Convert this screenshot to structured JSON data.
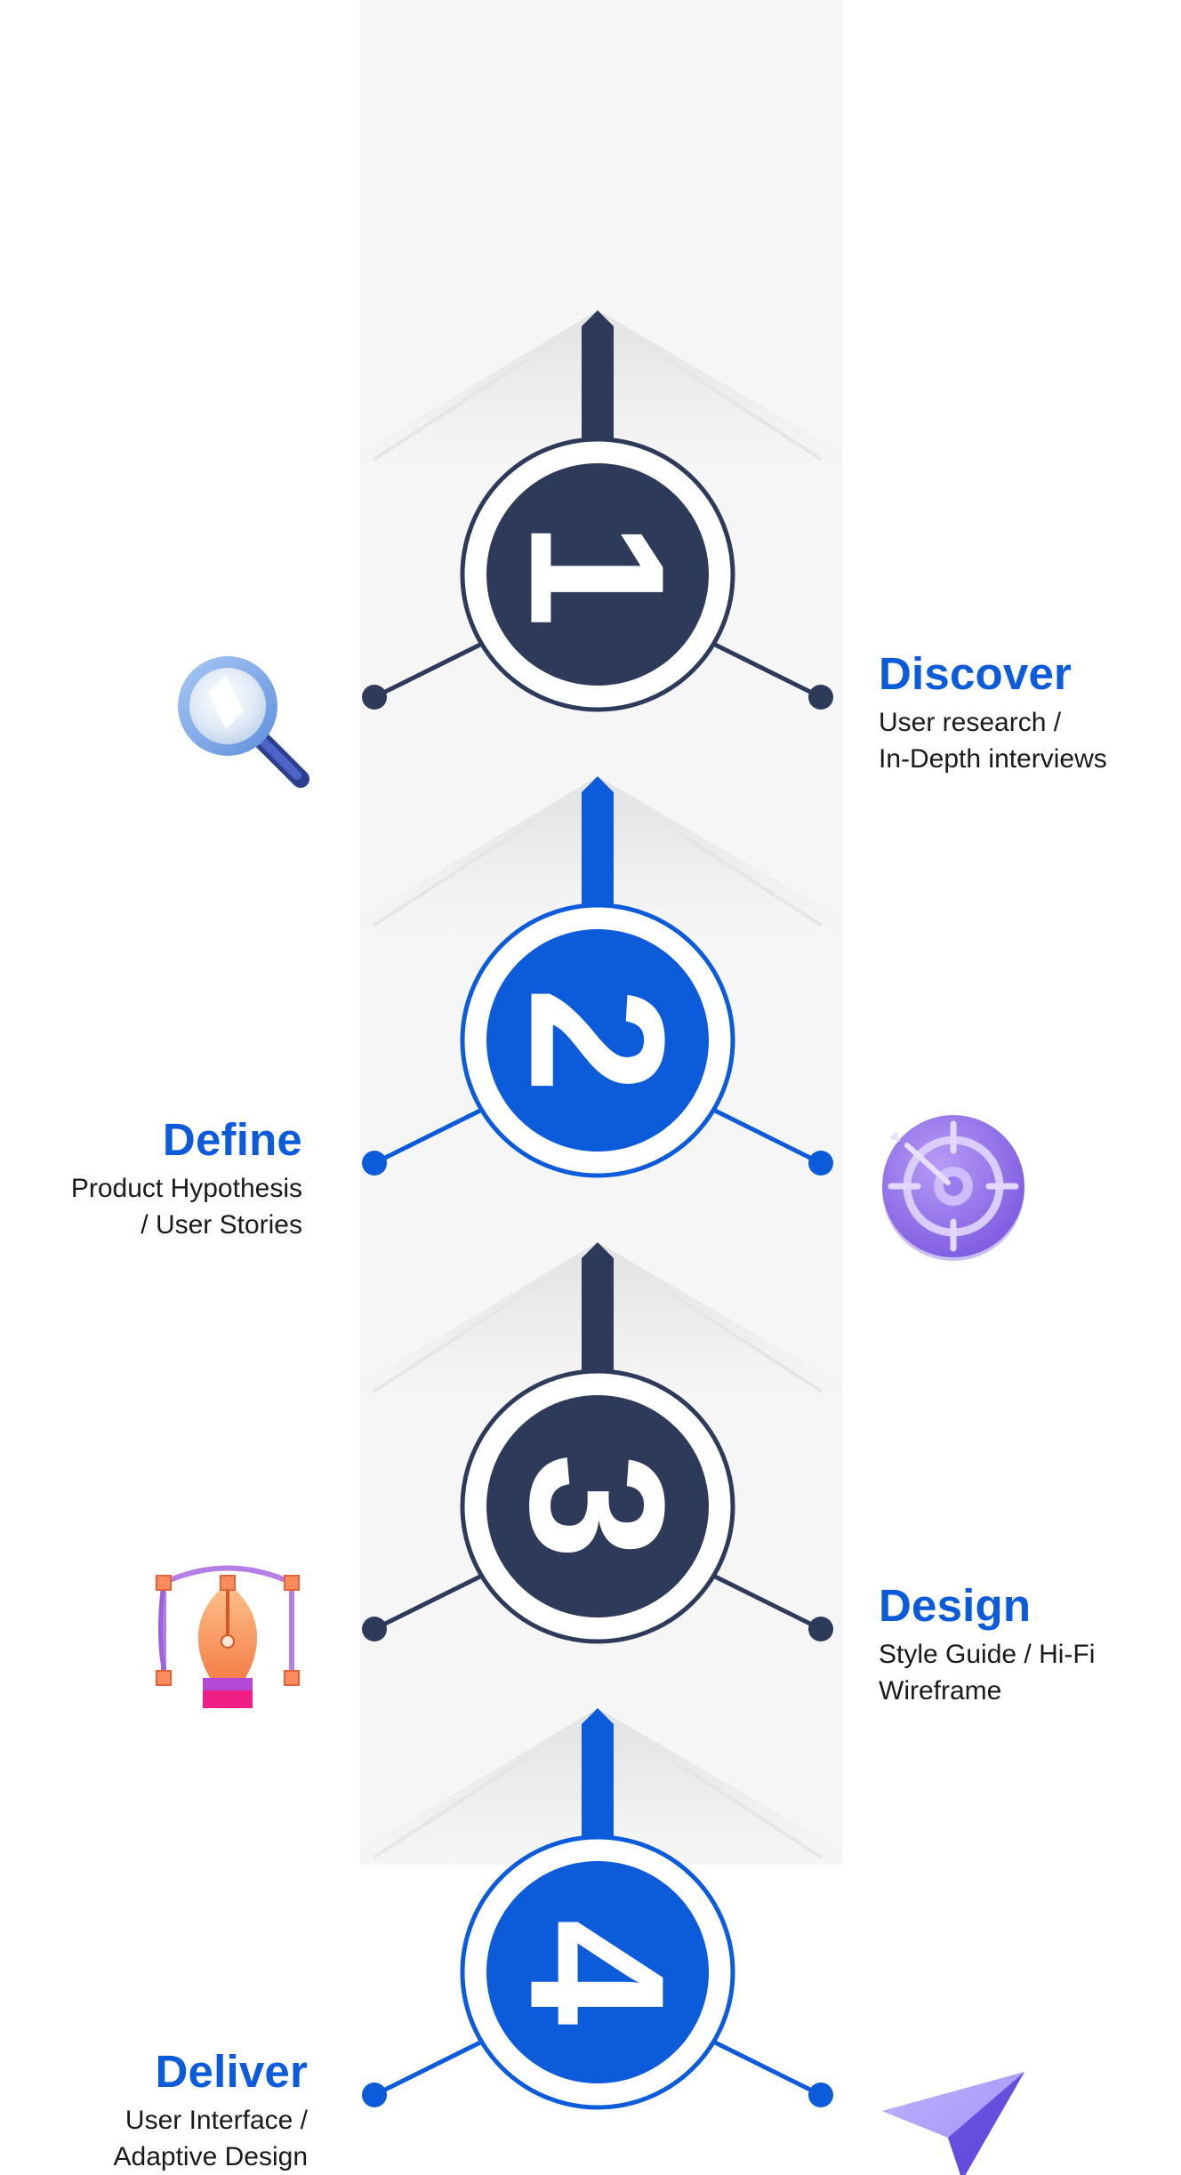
{
  "colors": {
    "navy": "#2e3a5a",
    "blue": "#0b5bdb",
    "band": "#f6f6f6",
    "text_dark": "#1a1a1a",
    "title_blue": "#0b5bdb"
  },
  "steps": [
    {
      "number": "1",
      "title": "Discover",
      "description_lines": [
        "User research /",
        "In-Depth interviews"
      ],
      "color": "navy",
      "icon": "magnifier-icon",
      "text_side": "right"
    },
    {
      "number": "2",
      "title": "Define",
      "description_lines": [
        "Product Hypothesis",
        "/ User Stories"
      ],
      "color": "blue",
      "icon": "target-icon",
      "text_side": "left"
    },
    {
      "number": "3",
      "title": "Design",
      "description_lines": [
        "Style Guide / Hi-Fi",
        "Wireframe"
      ],
      "color": "navy",
      "icon": "pen-tool-icon",
      "text_side": "right"
    },
    {
      "number": "4",
      "title": "Deliver",
      "description_lines": [
        "User Interface /",
        "Adaptive Design"
      ],
      "color": "blue",
      "icon": "paper-plane-icon",
      "text_side": "left"
    }
  ]
}
